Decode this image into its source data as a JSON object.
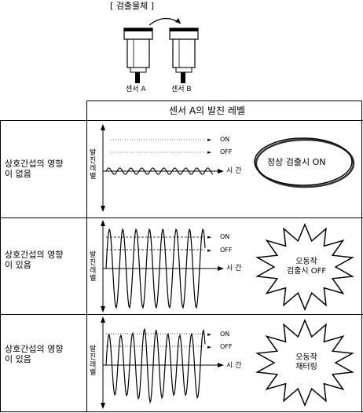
{
  "top": {
    "object_label": "[ 검출물체 ]",
    "sensor_a_label": "센서 A",
    "sensor_b_label": "센서 B"
  },
  "table": {
    "header": "센서 A의 발진 레벨",
    "rows": [
      {
        "label": "상호간섭의 영향\n이 없음",
        "y_label": "발진레벨",
        "x_label": "시 간",
        "on_label": "ON",
        "off_label": "OFF",
        "result": "정상 검출시 ON"
      },
      {
        "label": "상호간섭의 영향\n이 있음",
        "y_label": "발진레벨",
        "x_label": "시 간",
        "on_label": "ON",
        "off_label": "OFF",
        "result": "오동작\n검출시 OFF"
      },
      {
        "label": "상호간섭의 영향\n이 있음",
        "y_label": "발진레벨",
        "x_label": "시 간",
        "on_label": "ON",
        "off_label": "OFF",
        "result": "오동작\n채터링"
      }
    ]
  }
}
